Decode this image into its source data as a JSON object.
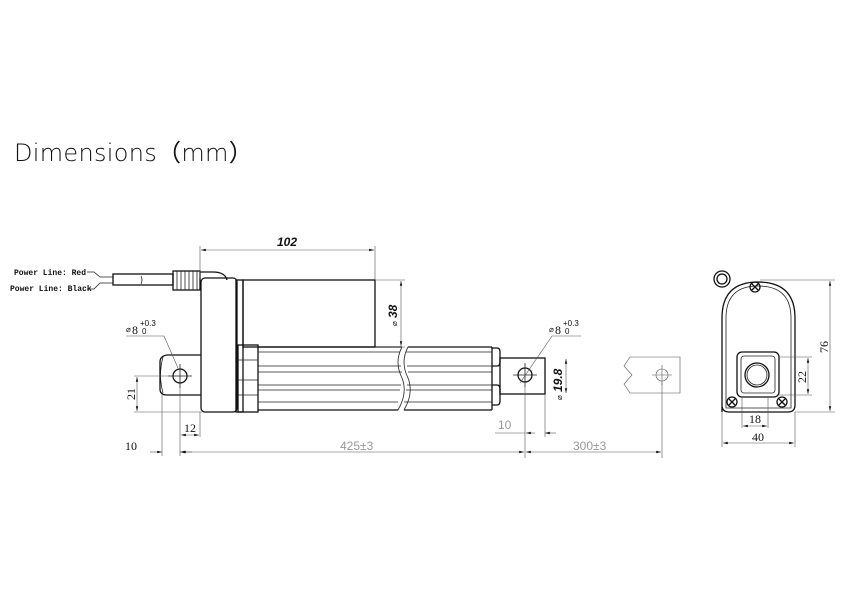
{
  "title": "Dimensions（mm）",
  "labels": {
    "power_red": "Power Line: Red",
    "power_black": "Power Line: Black"
  },
  "dimensions": {
    "motor_length": "102",
    "motor_diameter": "38",
    "diameter_symbol": "⌀",
    "rear_hole": "8",
    "rear_hole_tol_upper": "+0.3",
    "rear_hole_tol_lower": "0",
    "front_hole": "8",
    "front_hole_tol_upper": "+0.3",
    "front_hole_tol_lower": "0",
    "rod_diameter": "19.8",
    "rear_clevis_height": "21",
    "rear_clevis_depth": "12",
    "rear_hole_offset": "10",
    "retracted_length": "425±3",
    "front_hole_offset": "10",
    "stroke": "300±3",
    "end_height": "76",
    "end_square": "22",
    "end_inner_width": "18",
    "end_width": "40"
  }
}
